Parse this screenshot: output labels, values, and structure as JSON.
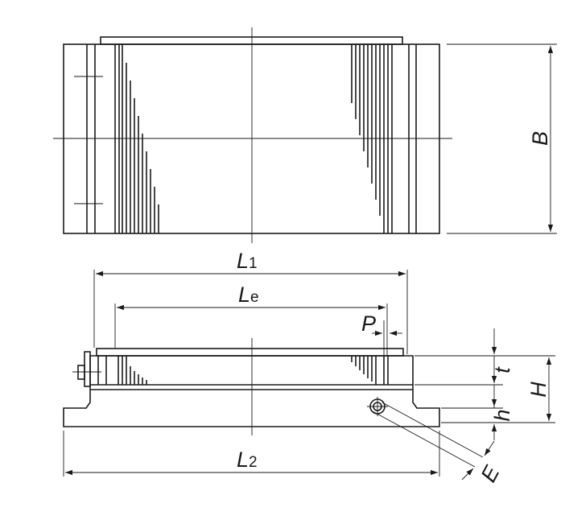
{
  "labels": {
    "B": "B",
    "L1": "L",
    "L1_sub": "1",
    "Le": "L",
    "Le_sub": "e",
    "P": "P",
    "t": "t",
    "H": "H",
    "h": "h",
    "L2": "L",
    "L2_sub": "2",
    "E": "E"
  }
}
